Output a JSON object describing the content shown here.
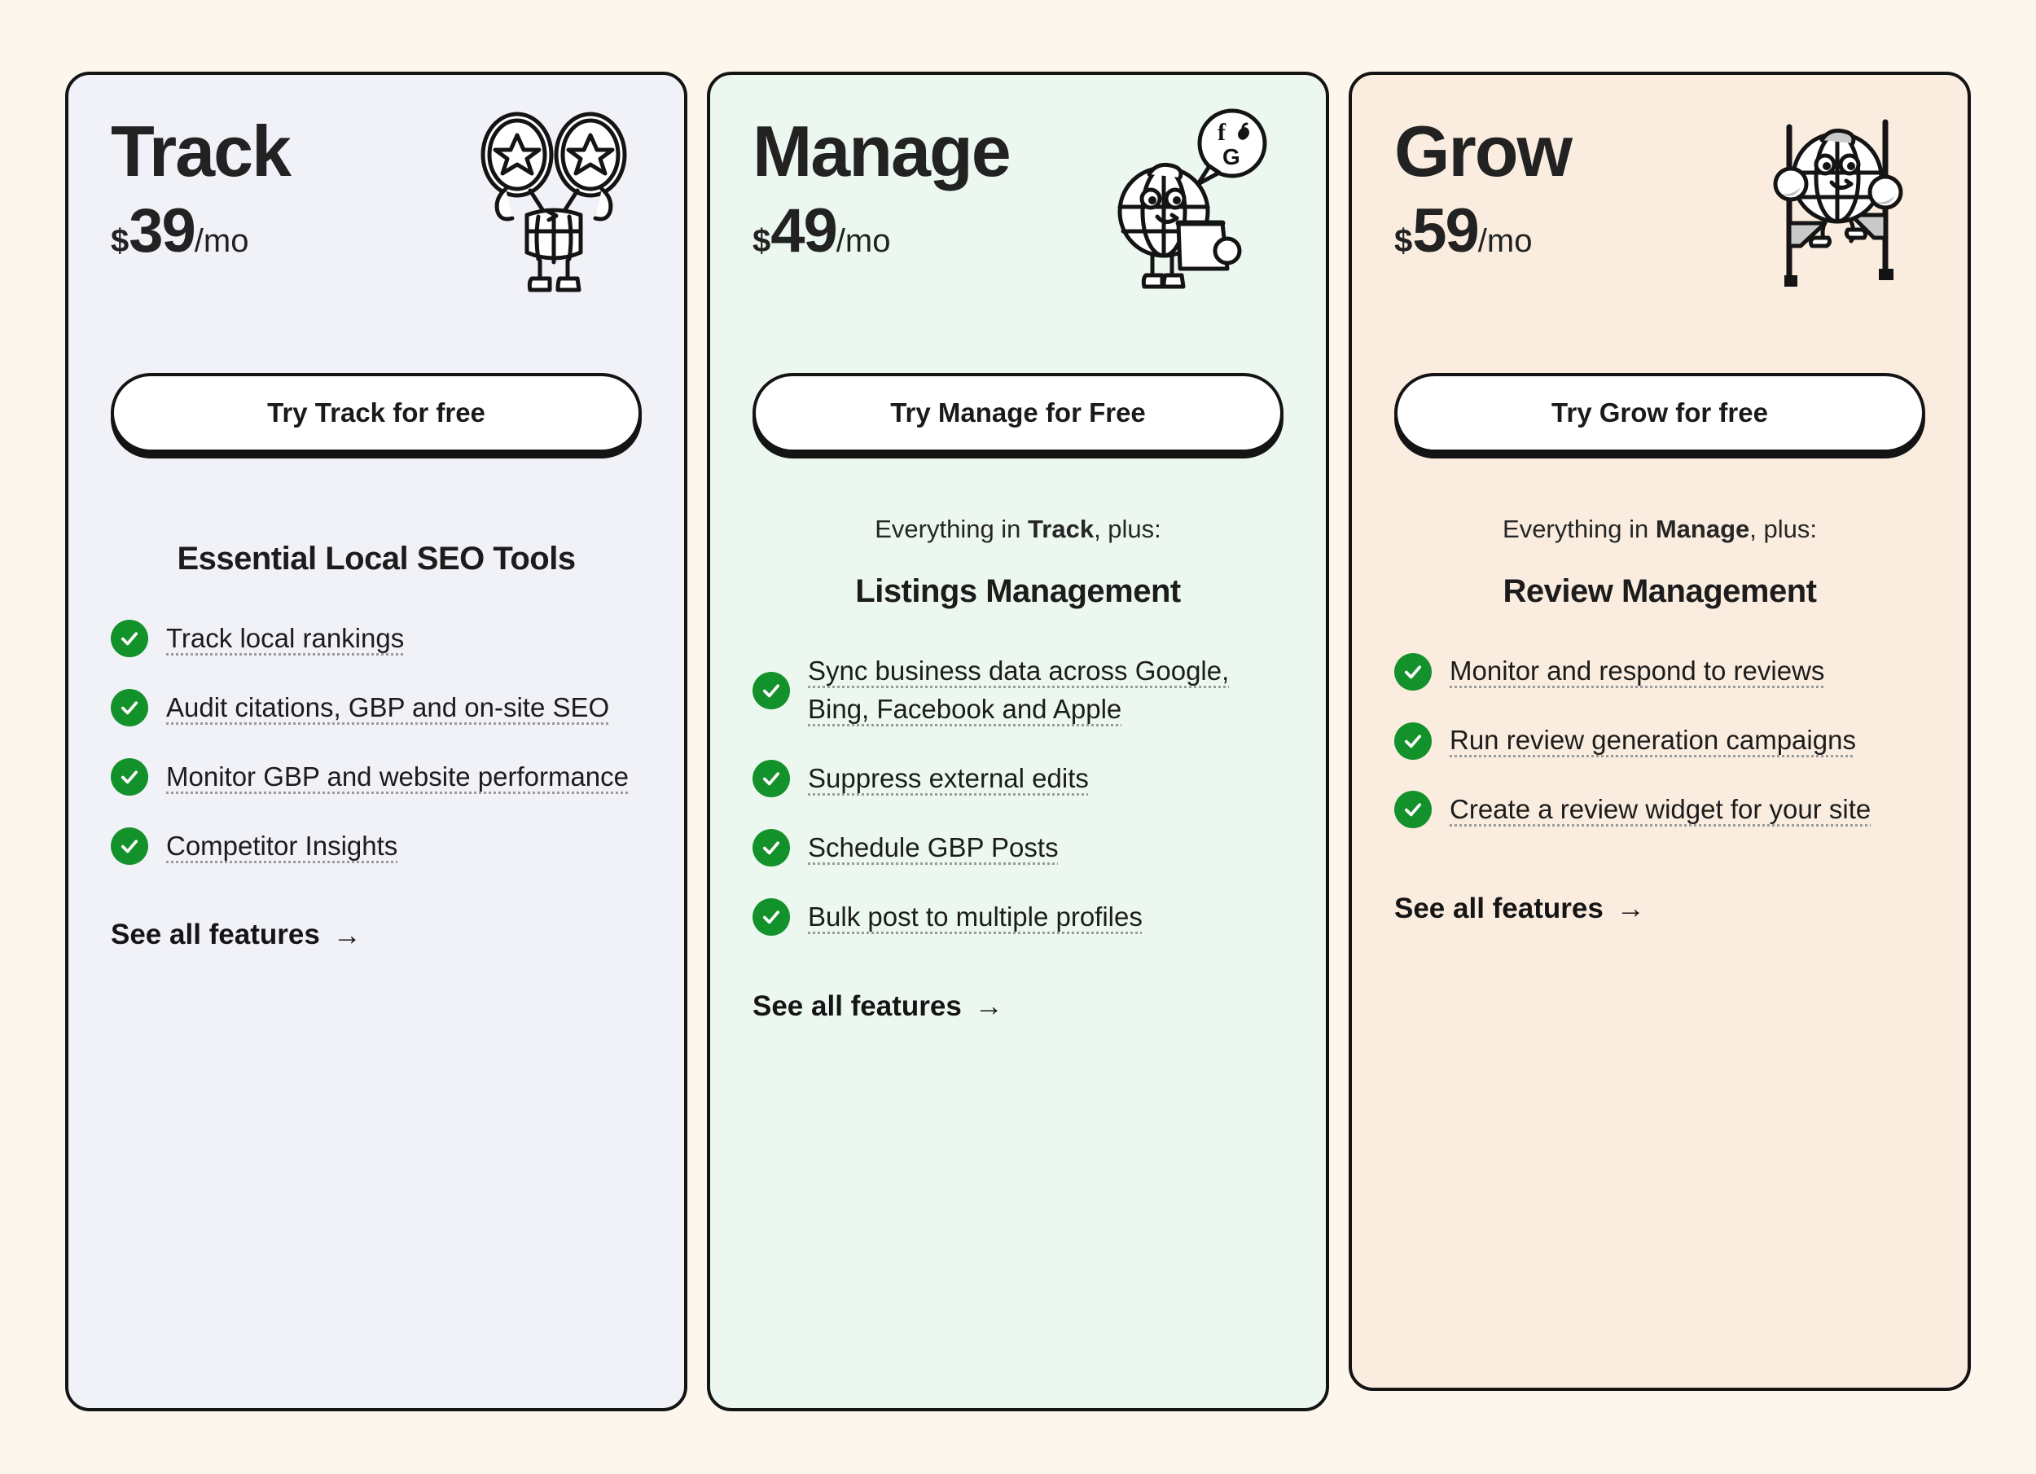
{
  "page": {
    "background_color": "#FDF6EC",
    "accent_green": "#13912A",
    "border_color": "#141414"
  },
  "plans": [
    {
      "id": "track",
      "name": "Track",
      "currency": "$",
      "amount": "39",
      "period": "/mo",
      "background_color": "#F1F1F8",
      "mascot": "binoculars-mascot",
      "cta_label": "Try Track for free",
      "everything_prefix": "",
      "everything_bold": "",
      "everything_suffix": "",
      "has_everything": false,
      "section_title": "Essential Local SEO Tools",
      "features": [
        "Track local rankings",
        "Audit citations, GBP and on-site SEO",
        "Monitor GBP and website performance",
        "Competitor Insights"
      ],
      "see_all_label": "See all features",
      "see_all_arrow": "→"
    },
    {
      "id": "manage",
      "name": "Manage",
      "currency": "$",
      "amount": "49",
      "period": "/mo",
      "background_color": "#ECF8EF",
      "mascot": "globe-social-mascot",
      "cta_label": "Try Manage for Free",
      "everything_prefix": "Everything in ",
      "everything_bold": "Track",
      "everything_suffix": ", plus:",
      "has_everything": true,
      "section_title": "Listings Management",
      "features": [
        "Sync business data across Google, Bing, Facebook and Apple",
        "Suppress external edits",
        "Schedule GBP Posts",
        "Bulk post to multiple profiles"
      ],
      "see_all_label": "See all features",
      "see_all_arrow": "→"
    },
    {
      "id": "grow",
      "name": "Grow",
      "currency": "$",
      "amount": "59",
      "period": "/mo",
      "background_color": "#FAEDDF",
      "mascot": "globe-stilts-mascot",
      "cta_label": "Try Grow for free",
      "everything_prefix": "Everything in ",
      "everything_bold": "Manage",
      "everything_suffix": ", plus:",
      "has_everything": true,
      "section_title": "Review Management",
      "features": [
        "Monitor and respond to reviews",
        "Run review generation campaigns",
        "Create a review widget for your site"
      ],
      "see_all_label": "See all features",
      "see_all_arrow": "→"
    }
  ],
  "mascot_speech_icons": [
    "f",
    "",
    "G"
  ]
}
